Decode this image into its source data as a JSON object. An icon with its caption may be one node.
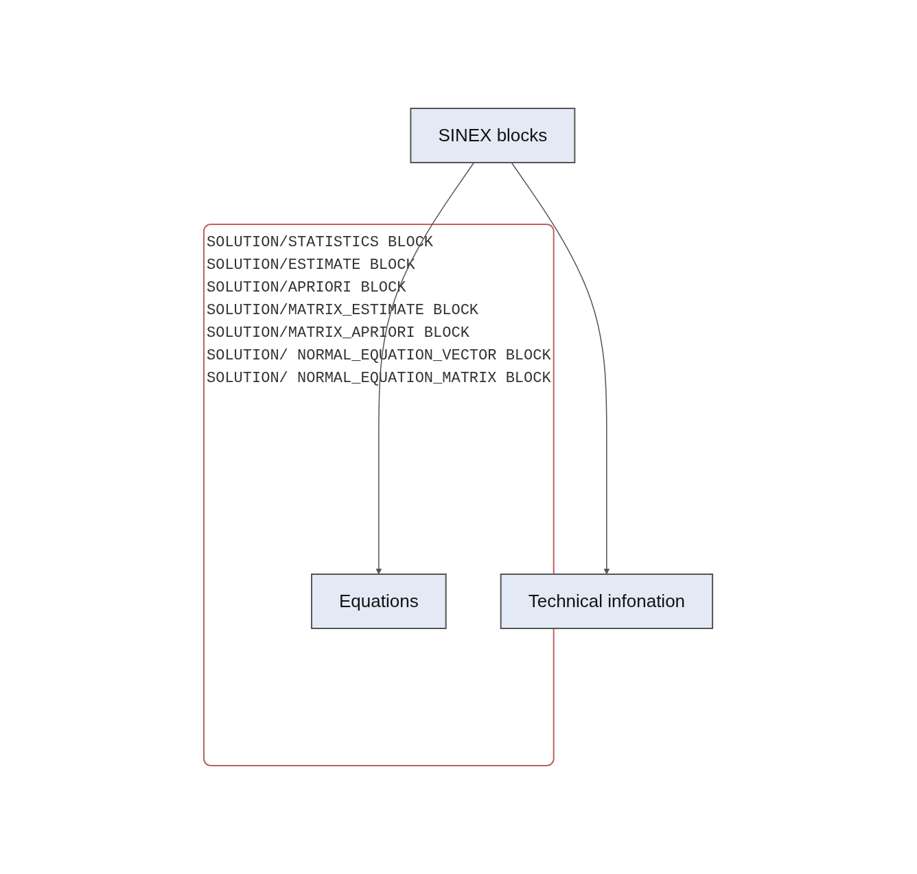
{
  "diagram": {
    "nodes": [
      {
        "text": [
          "SINEX blocks"
        ]
      },
      {
        "text": [
          "Technical infonation"
        ]
      },
      {
        "text": [
          "SOLUTION/STATISTICS BLOCK",
          "SOLUTION/ESTIMATE BLOCK",
          "SOLUTION/APRIORI BLOCK",
          "SOLUTION/MATRIX_ESTIMATE BLOCK",
          "SOLUTION/MATRIX_APRIORI BLOCK",
          "SOLUTION/ NORMAL_EQUATION_VECTOR BLOCK",
          "SOLUTION/ NORMAL_EQUATION_MATRIX BLOCK"
        ]
      },
      {
        "text": [
          "Equations"
        ],
        "in": 2
      }
    ],
    "edges": [
      {
        "from": 0,
        "to": 1,
        "arrow": "to"
      },
      {
        "from": 0,
        "to": 3,
        "arrow": "to"
      }
    ]
  }
}
